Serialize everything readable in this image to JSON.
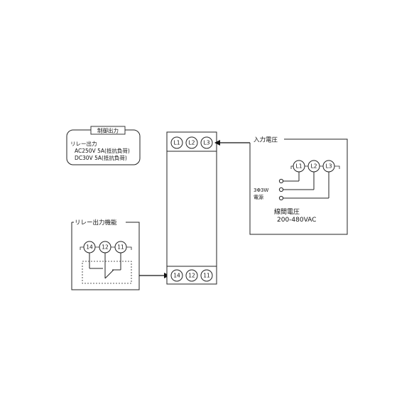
{
  "control_output": {
    "title": "制御出力",
    "line1": "リレー出力",
    "line2": "AC250V 5A(抵抗負荷)",
    "line3": "DC30V 5A(抵抗負荷)"
  },
  "relay_function": {
    "title": "リレー出力機能",
    "terminals": [
      "14",
      "12",
      "11"
    ]
  },
  "device": {
    "top_terminals": [
      "L1",
      "L2",
      "L3"
    ],
    "bottom_terminals": [
      "14",
      "12",
      "11"
    ]
  },
  "input_voltage": {
    "title": "入力電圧",
    "terminals": [
      "L1",
      "L2",
      "L3"
    ],
    "system_label_1": "3Φ3W",
    "system_label_2": "電源",
    "line_voltage_label": "線間電圧",
    "range": "200-480VAC"
  }
}
